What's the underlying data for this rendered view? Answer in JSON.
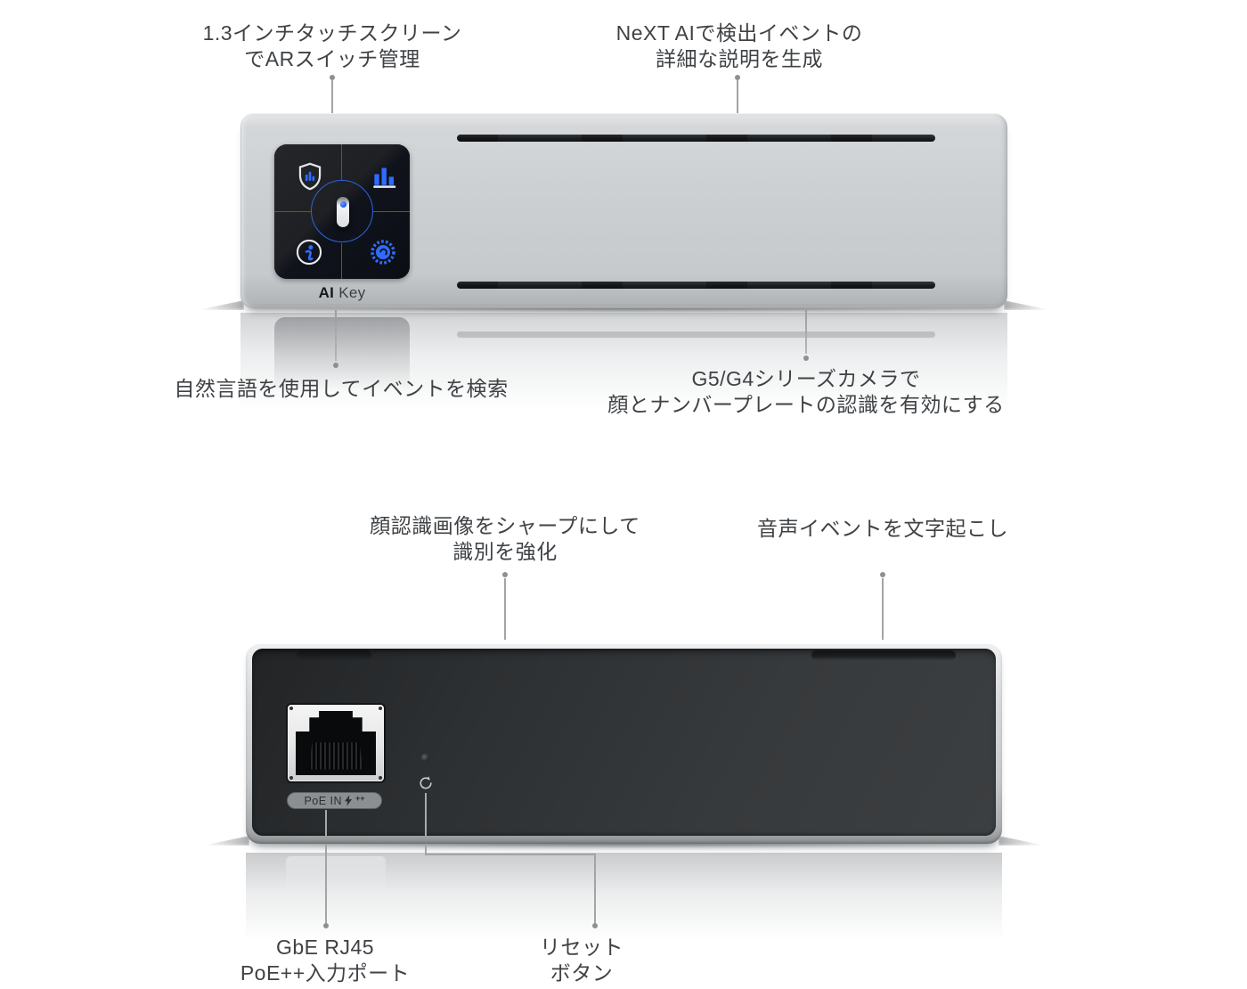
{
  "front": {
    "labels": {
      "touchscreen": {
        "line1": "1.3インチタッチスクリーン",
        "line2": "でARスイッチ管理"
      },
      "next_ai": {
        "line1": "NeXT AIで検出イベントの",
        "line2": "詳細な説明を生成"
      },
      "natural_language": {
        "text": "自然言語を使用してイベントを検索"
      },
      "camera_recognition": {
        "line1": "G5/G4シリーズカメラで",
        "line2": "顔とナンバープレートの認識を有効にする"
      }
    },
    "device_label": {
      "ai": "AI",
      "key": "Key"
    },
    "screen_icons": [
      "shield-chart-icon",
      "bar-chart-icon",
      "info-icon",
      "gear-icon",
      "ai-key-device-icon"
    ]
  },
  "rear": {
    "labels": {
      "face_enhance": {
        "line1": "顔認識画像をシャープにして",
        "line2": "識別を強化"
      },
      "audio_transcribe": {
        "text": "音声イベントを文字起こし"
      },
      "gbe_port": {
        "line1": "GbE RJ45",
        "line2": "PoE++入力ポート"
      },
      "reset": {
        "line1": "リセット",
        "line2": "ボタン"
      }
    },
    "poe_label": {
      "text": "PoE IN",
      "plus": "++"
    },
    "icons": [
      "poe-bolt-icon",
      "led-indicator",
      "reset-arrow-icon",
      "rj45-port"
    ]
  },
  "colors": {
    "accent_blue": "#2f6bff",
    "label_text": "#3f4245",
    "device_body": "#ccd0d2",
    "rear_panel": "#34373a",
    "screen_bg": "#0d1017",
    "background": "#ffffff"
  }
}
